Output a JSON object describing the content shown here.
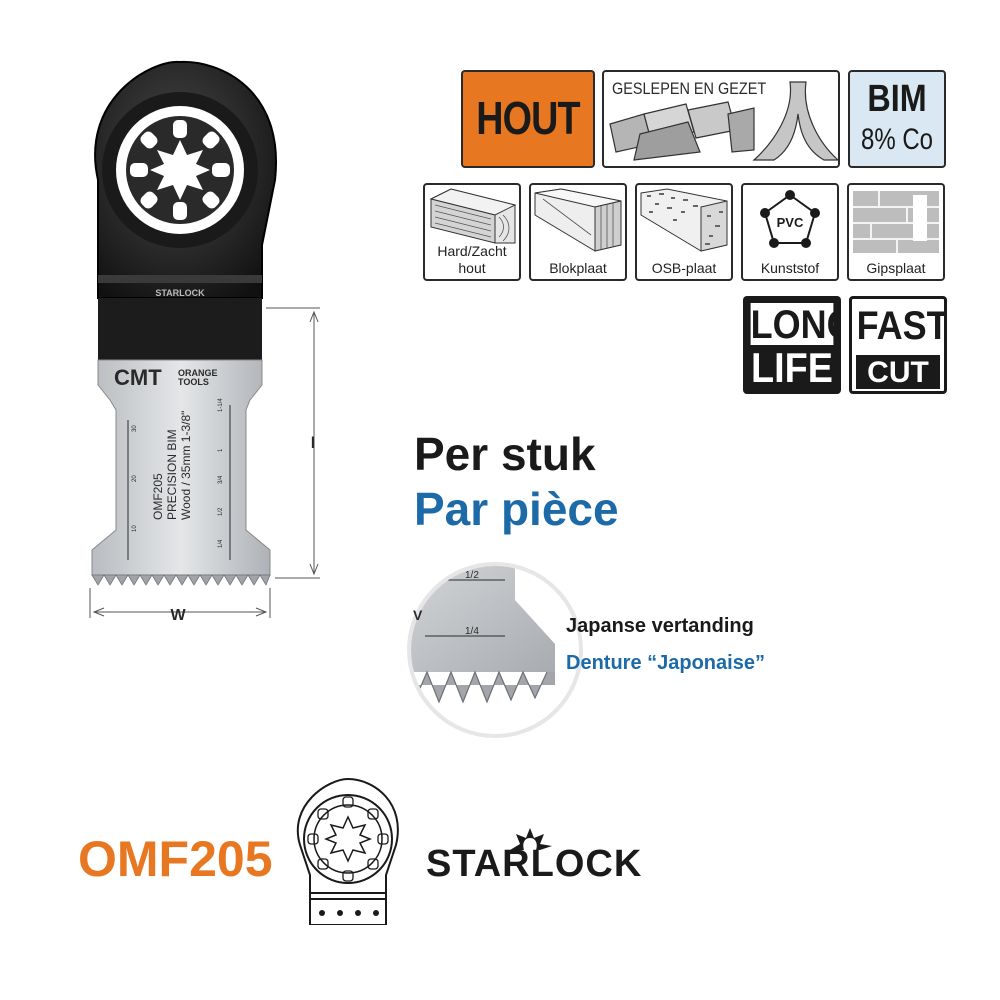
{
  "badges": {
    "hout": "HOUT",
    "geslepen": "GESLEPEN EN GEZET",
    "bim_top": "BIM",
    "bim_bottom": "8% Co",
    "long": "LONG",
    "life": "LIFE",
    "fast": "FAST",
    "cut": "CUT",
    "pvc": "PVC"
  },
  "materials": [
    {
      "line1": "Hard/Zacht",
      "line2": "hout"
    },
    {
      "line1": "Blokplaat",
      "line2": ""
    },
    {
      "line1": "OSB-plaat",
      "line2": ""
    },
    {
      "line1": "Kunststof",
      "line2": ""
    },
    {
      "line1": "Gipsplaat",
      "line2": ""
    }
  ],
  "blade": {
    "brand_cmt": "CMT",
    "brand_orange": "ORANGE",
    "brand_tools": "TOOLS",
    "starlock_mark": "STARLOCK",
    "code": "OMF205",
    "name": "PRECISION BIM",
    "spec": "Wood / 35mm 1-3/8\"",
    "dim_length": "l",
    "dim_width": "W",
    "scale_right": [
      "1-1/4",
      "1",
      "3/4",
      "1/2",
      "1/4"
    ],
    "scale_left": [
      "30",
      "20",
      "10"
    ]
  },
  "headline": {
    "nl": "Per stuk",
    "fr": "Par pièce",
    "fr_color": "#1d6aa8"
  },
  "teeth": {
    "nl": "Japanse vertanding",
    "fr": "Denture “Japonaise”",
    "mark_top": "1/2",
    "mark_bottom": "1/4",
    "mark_side": "V"
  },
  "footer": {
    "code": "OMF205",
    "code_color": "#e87722",
    "starlock": "STARLOCK"
  },
  "colors": {
    "orange": "#e87722",
    "dark": "#2a2a2a",
    "blue": "#1d6aa8"
  }
}
